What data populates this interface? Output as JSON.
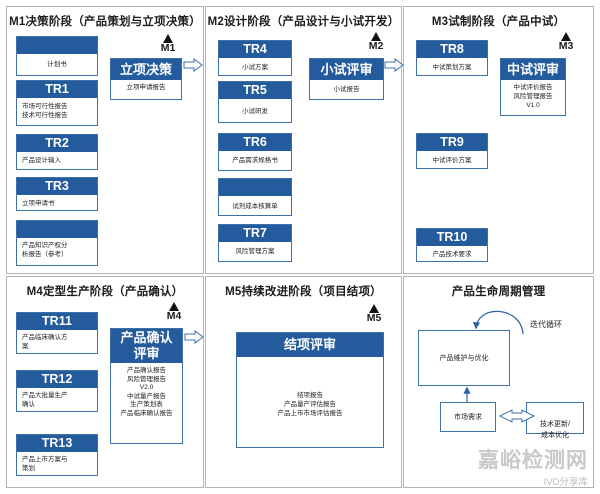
{
  "panels": {
    "m1": {
      "title": "M1决策阶段（产品策划与立项决策）"
    },
    "m2": {
      "title": "M2设计阶段（产品设计与小试开发）"
    },
    "m3": {
      "title": "M3试制阶段（产品中试）"
    },
    "m4": {
      "title": "M4定型生产阶段（产品确认）"
    },
    "m5": {
      "title": "M5持续改进阶段（项目结项）"
    },
    "lc": {
      "title": "产品生命周期管理"
    }
  },
  "milestones": {
    "m1": "M1",
    "m2": "M2",
    "m3": "M3",
    "m4": "M4",
    "m5": "M5"
  },
  "m1_items": [
    {
      "head": "",
      "body": "计划书"
    },
    {
      "head": "TR1",
      "body": "市场可行性报告\n技术可行性报告"
    },
    {
      "head": "TR2",
      "body": "产品设计输入"
    },
    {
      "head": "TR3",
      "body": "立项申请书"
    },
    {
      "head": "",
      "body": "产品知识产权分\n析报告（参考）"
    }
  ],
  "m1_review": {
    "title": "立项决策",
    "body": "立项申请报告"
  },
  "m2_items": [
    {
      "head": "TR4",
      "body": "小试方案"
    },
    {
      "head": "TR5",
      "body": "小试研发"
    },
    {
      "head": "TR6",
      "body": "产品需求规格书"
    },
    {
      "head": "",
      "body": "试剂成本核算单"
    },
    {
      "head": "TR7",
      "body": "风险管理方案"
    }
  ],
  "m2_review": {
    "title": "小试评审",
    "body": "小试报告"
  },
  "m3_items": [
    {
      "head": "TR8",
      "body": "中试策划方案"
    },
    {
      "head": "TR9",
      "body": "中试评价方案"
    },
    {
      "head": "TR10",
      "body": "产品技术要求"
    }
  ],
  "m3_review": {
    "title": "中试评审",
    "body": "中试评价报告\n风险管理报告\nV1.0"
  },
  "m4_items": [
    {
      "head": "TR11",
      "body": "产品临床确认方\n案"
    },
    {
      "head": "TR12",
      "body": "产品大批量生产\n确认"
    },
    {
      "head": "TR13",
      "body": "产品上市方案与\n策划"
    }
  ],
  "m4_review": {
    "title": "产品确认\n评审",
    "body": "产品确认报告\n风险管理报告\nV2.0\n中试量产报告\n生产策划表\n产品临床确认报告"
  },
  "m5_review": {
    "title": "结项评审",
    "body": "结项报告\n产品量产评估报告\n产品上市市场评估报告"
  },
  "lifecycle": {
    "loop_label": "迭代循环",
    "maintain": "产品维护与优化",
    "market": "市场需求",
    "tech": "技术更新/\n成本优化"
  },
  "watermark": {
    "line1": "嘉峪检测网",
    "line2": "IVD分享库"
  },
  "colors": {
    "tr_head": "#245b9d",
    "tr_border": "#3d6fa8",
    "panel_border": "#b4b4b4"
  }
}
